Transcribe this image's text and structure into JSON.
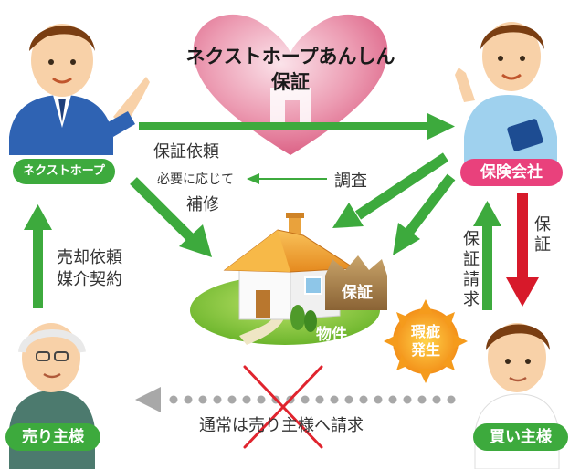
{
  "center": {
    "title_line1": "ネクストホープあんしん",
    "title_line2": "保証"
  },
  "actors": {
    "next_hope": "ネクストホープ",
    "insurer": "保険会社",
    "seller": "売り主様",
    "buyer": "買い主様"
  },
  "property": {
    "label": "物件",
    "warranty_crown": "保証"
  },
  "defect_badge": {
    "line1": "瑕疵",
    "line2": "発生"
  },
  "flows": {
    "warranty_request": "保証依頼",
    "repair_line1": "必要に応じて",
    "repair_line2": "補修",
    "survey": "調査",
    "sale_request_line1": "売却依頼",
    "sale_request_line2": "媒介契約",
    "warranty_claim": "保証請求",
    "warranty": "保証",
    "normal_claim": "通常は売り主様へ請求"
  },
  "colors": {
    "green": "#3daa3d",
    "red": "#d7192a",
    "pink": "#e9417c",
    "heart": "#e4879f",
    "gray_dots": "#a8a8a8",
    "cross": "#e0242e",
    "sun": "#f59b1c",
    "crown": "#a07a44"
  }
}
